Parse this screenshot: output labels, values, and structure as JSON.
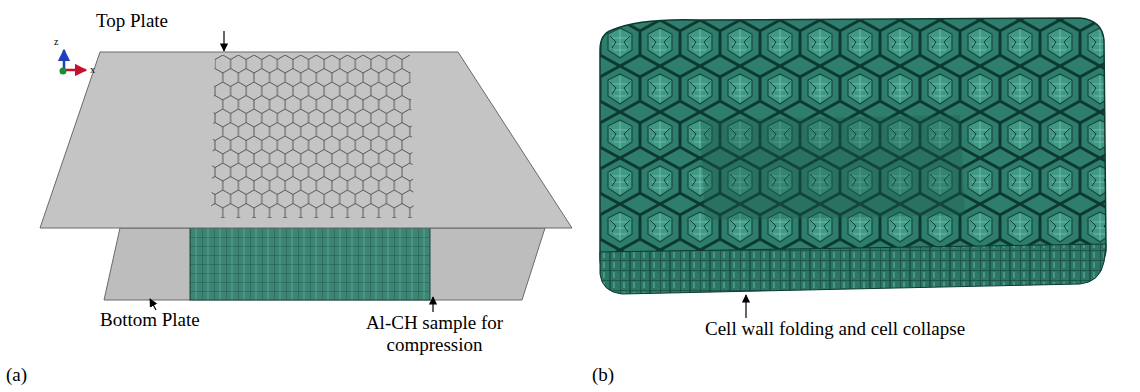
{
  "diagram": {
    "labels": [
      "Top Plate",
      "z",
      "x",
      "Bottom Plate",
      "Al-CH sample for compression",
      "(a)",
      "Cell wall folding and cell collapse",
      "(b)"
    ]
  }
}
